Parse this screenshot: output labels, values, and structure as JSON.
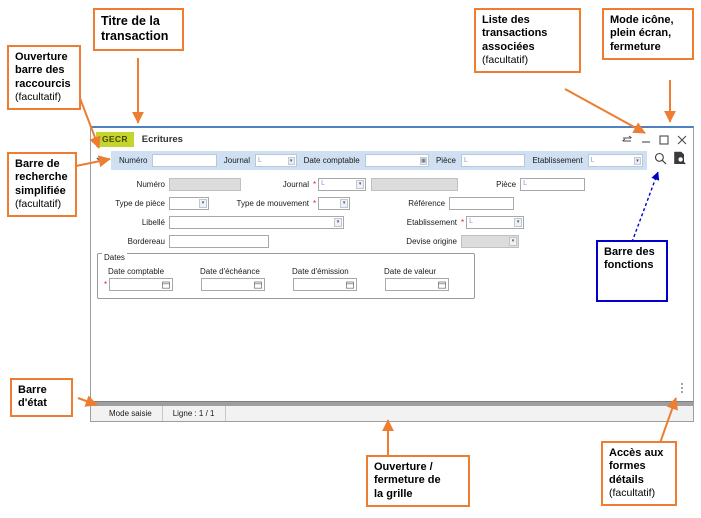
{
  "annotations": {
    "shortcuts_bar": {
      "line1": "Ouverture",
      "line2": "barre des",
      "line3": "raccourcis",
      "optional": "(facultatif)"
    },
    "transaction_title": {
      "line1": "Titre de la",
      "line2": "transaction"
    },
    "associated_list": {
      "line1": "Liste des",
      "line2": "transactions",
      "line3": "associées",
      "optional": "(facultatif)"
    },
    "window_modes": {
      "line1": "Mode icône,",
      "line2": "plein écran,",
      "line3": "fermeture"
    },
    "simple_search": {
      "line1": "Barre de",
      "line2": "recherche",
      "line3": "simplifiée",
      "optional": "(facultatif)"
    },
    "functions_bar": {
      "line1": "Barre des",
      "line2": "fonctions"
    },
    "status_bar": {
      "line1": "Barre",
      "line2": "d'état"
    },
    "grid_toggle": {
      "line1": "Ouverture /",
      "line2": "fermeture de",
      "line3": "la grille"
    },
    "detail_forms": {
      "line1": "Accès aux",
      "line2": "formes",
      "line3": "détails",
      "optional": "(facultatif)"
    }
  },
  "app": {
    "module_code": "GECR",
    "title": "Ecritures",
    "window_buttons": [
      {
        "name": "swap-transactions-icon",
        "label": "⇄"
      },
      {
        "name": "minimize-icon",
        "label": "_"
      },
      {
        "name": "maximize-icon",
        "label": "□"
      },
      {
        "name": "close-icon",
        "label": "✕"
      }
    ],
    "search_bar": {
      "toggle_icon": "chevron-down-icon",
      "fields": [
        {
          "label": "Numéro",
          "value": "",
          "kind": "text",
          "width": "w1"
        },
        {
          "label": "Journal",
          "value": "",
          "kind": "lookup",
          "width": "w2"
        },
        {
          "label": "Date comptable",
          "value": "",
          "kind": "date",
          "width": "w1"
        },
        {
          "label": "Pièce",
          "value": "",
          "kind": "lookup",
          "width": "w1"
        },
        {
          "label": "Etablissement",
          "value": "",
          "kind": "lookup",
          "width": "w3"
        }
      ],
      "icons": [
        "search-icon",
        "search-document-icon"
      ]
    },
    "form": {
      "left_rows": [
        {
          "label": "Numéro",
          "required": false,
          "value": "",
          "kind": "disabled",
          "width": 72
        },
        {
          "label": "Type de pièce",
          "required": false,
          "value": "",
          "kind": "combo",
          "width": 40
        },
        {
          "label": "Libellé",
          "required": false,
          "value": "",
          "kind": "combo",
          "width": 175
        },
        {
          "label": "Bordereau",
          "required": false,
          "value": "",
          "kind": "text",
          "width": 100
        }
      ],
      "mid_rows": [
        {
          "label": "Journal",
          "required": true,
          "value": "",
          "kind": "lookup",
          "width": 48
        },
        {
          "label": "Type de mouvement",
          "required": true,
          "value": "",
          "kind": "combo",
          "width": 32
        }
      ],
      "journal_desc": {
        "label": "",
        "value": "",
        "kind": "disabled",
        "width": 87
      },
      "right_rows": [
        {
          "label": "Pièce",
          "required": false,
          "value": "",
          "kind": "lookup",
          "width": 65
        },
        {
          "label": "Référence",
          "required": false,
          "value": "",
          "kind": "text",
          "width": 65
        },
        {
          "label": "Etablissement",
          "required": true,
          "value": "",
          "kind": "lookup",
          "width": 58
        },
        {
          "label": "Devise origine",
          "required": false,
          "value": "",
          "kind": "disabled-combo",
          "width": 58
        }
      ],
      "dates": {
        "legend": "Dates",
        "fields": [
          {
            "label": "Date comptable",
            "required": true,
            "value": ""
          },
          {
            "label": "Date d'échéance",
            "required": false,
            "value": ""
          },
          {
            "label": "Date d'émission",
            "required": false,
            "value": ""
          },
          {
            "label": "Date de valeur",
            "required": false,
            "value": ""
          }
        ]
      },
      "kebab_icon": "more-vertical-icon"
    },
    "status_bar": {
      "mode": "Mode saisie",
      "line_info": "Ligne : 1 / 1",
      "extra": ""
    }
  },
  "colors": {
    "accent_orange": "#ED7D31",
    "accent_blue": "#0000C8",
    "badge_green": "#C4D62E",
    "search_bar_blue": "#CFE0F3",
    "required_red": "#E81818"
  }
}
